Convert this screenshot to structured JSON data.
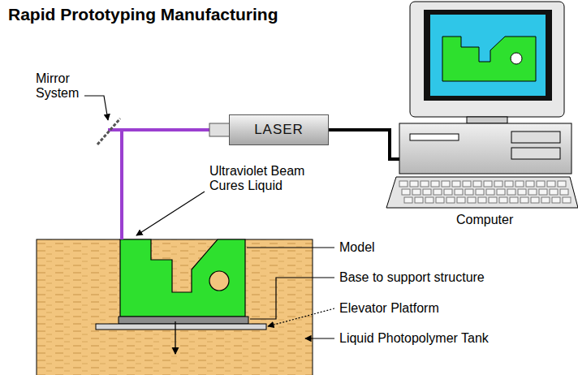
{
  "diagram": {
    "title": "Rapid Prototyping Manufacturing",
    "nodes": [
      {
        "text": [
          "LASER"
        ]
      }
    ],
    "labels": [
      "Mirror System",
      "Ultraviolet Beam Cures Liquid",
      "Computer",
      "Model",
      "Base to support structure",
      "Elevator Platform",
      "Liquid Photopolymer Tank"
    ]
  }
}
